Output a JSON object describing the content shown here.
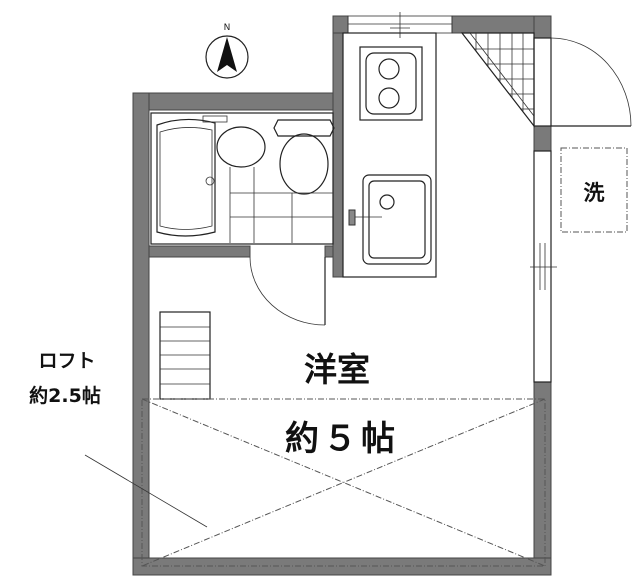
{
  "compass": {
    "label": "N",
    "icon": "north-arrow-icon"
  },
  "rooms": {
    "main_room_name": "洋室",
    "main_room_size": "約５帖",
    "loft_name": "ロフト",
    "loft_size": "約2.5帖",
    "washer_label": "洗"
  },
  "colors": {
    "wall": "#7a7a7a",
    "line": "#222222"
  }
}
